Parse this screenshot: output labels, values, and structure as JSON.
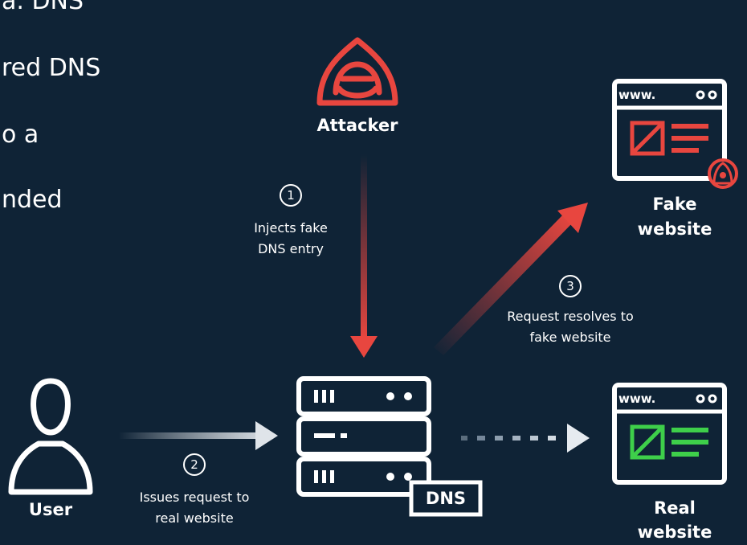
{
  "left_text": {
    "lines": [
      "a. DNS",
      "red DNS",
      "o a",
      "nded"
    ]
  },
  "nodes": {
    "attacker": {
      "label": "Attacker",
      "icon": "hooded-attacker-icon",
      "color": "#e8463f"
    },
    "user": {
      "label": "User",
      "icon": "user-icon"
    },
    "dns": {
      "label": "DNS",
      "icon": "server-icon"
    },
    "fake_website": {
      "line1": "Fake",
      "line2": "website",
      "url_prefix": "www.",
      "icon": "browser-window-icon",
      "color": "#e8463f"
    },
    "real_website": {
      "line1": "Real",
      "line2": "website",
      "url_prefix": "www.",
      "icon": "browser-window-icon",
      "color": "#3ecf4a"
    }
  },
  "steps": [
    {
      "number": "1",
      "line1": "Injects fake",
      "line2": "DNS entry"
    },
    {
      "number": "2",
      "line1": "Issues request to",
      "line2": "real website"
    },
    {
      "number": "3",
      "line1": "Request resolves to",
      "line2": "fake website"
    }
  ],
  "colors": {
    "background": "#0f2336",
    "attack_red": "#e8463f",
    "legit_green": "#3ecf4a",
    "neutral": "#ffffff"
  }
}
